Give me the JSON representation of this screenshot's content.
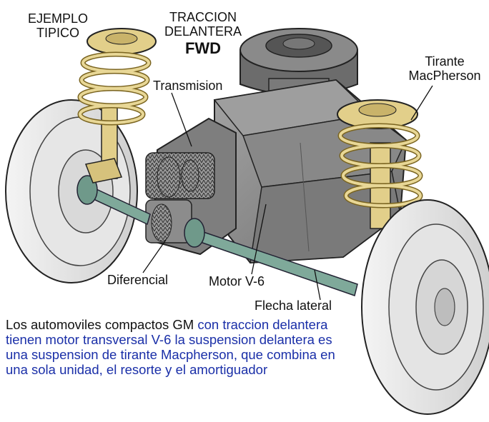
{
  "labels": {
    "ejemplo_line1": "EJEMPLO",
    "ejemplo_line2": "TIPICO",
    "traccion_line1": "TRACCION",
    "traccion_line2": "DELANTERA",
    "fwd": "FWD",
    "transmision": "Transmision",
    "tirante_line1": "Tirante",
    "tirante_line2": "MacPherson",
    "diferencial": "Diferencial",
    "motor": "Motor V-6",
    "flecha": "Flecha lateral"
  },
  "caption": {
    "black_part": "Los automoviles compactos GM ",
    "blue_part": "con traccion delantera tienen motor transversal V-6 la suspension delantera es una suspension de tirante Macpherson, que combina en una sola unidad, el resorte y el amortiguador"
  },
  "colors": {
    "engine_gray": "#8d8d8d",
    "spring_yellow": "#e2cf8a",
    "shaft_teal": "#7fa99a",
    "tire_light": "#e9e9e9",
    "caption_blue": "#1a2fa8"
  }
}
